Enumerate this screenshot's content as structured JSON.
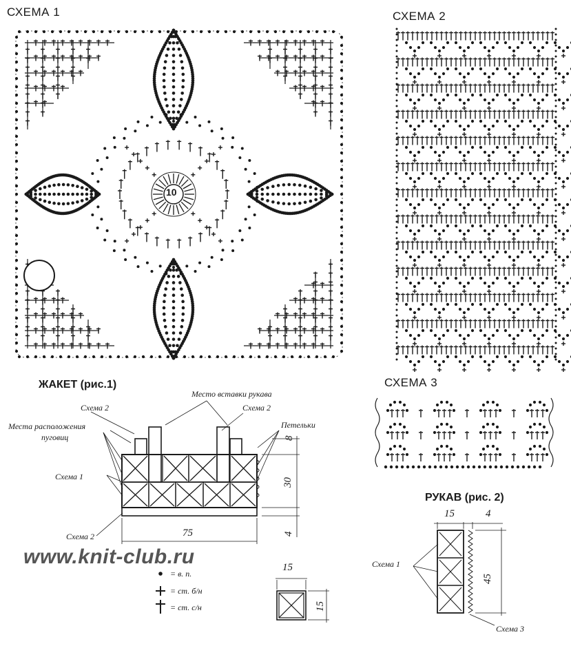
{
  "scheme1": {
    "title": "СХЕМА 1",
    "center_label": "10"
  },
  "scheme2": {
    "title": "СХЕМА 2"
  },
  "scheme3": {
    "title": "СХЕМА 3"
  },
  "jacket": {
    "title": "ЖАКЕТ (рис.1)",
    "labels": {
      "sleeve_insert": "Место вставки рукава",
      "scheme2_left": "Схема 2",
      "scheme2_right": "Схема 2",
      "buttons_place_line1": "Места расположения",
      "buttons_place_line2": "пуговиц",
      "loops": "Петельки",
      "scheme1": "Схема 1",
      "scheme2_bottom": "Схема 2"
    },
    "dims": {
      "top": "8",
      "middle": "30",
      "bottom": "4",
      "width": "75"
    }
  },
  "motif": {
    "width": "15",
    "height": "15"
  },
  "sleeve": {
    "title": "РУКАВ (рис. 2)",
    "dims": {
      "width": "15",
      "edge": "4",
      "height": "45"
    },
    "labels": {
      "scheme1": "Схема 1",
      "scheme3": "Схема 3"
    }
  },
  "legend": [
    {
      "icon": "dot",
      "text": "= в. п."
    },
    {
      "icon": "plus",
      "text": "= ст. б/н"
    },
    {
      "icon": "dagger",
      "text": "= ст. с/н"
    }
  ],
  "website": "www.knit-club.ru",
  "colors": {
    "ink": "#1a1a1a",
    "watermark": "#555555"
  }
}
